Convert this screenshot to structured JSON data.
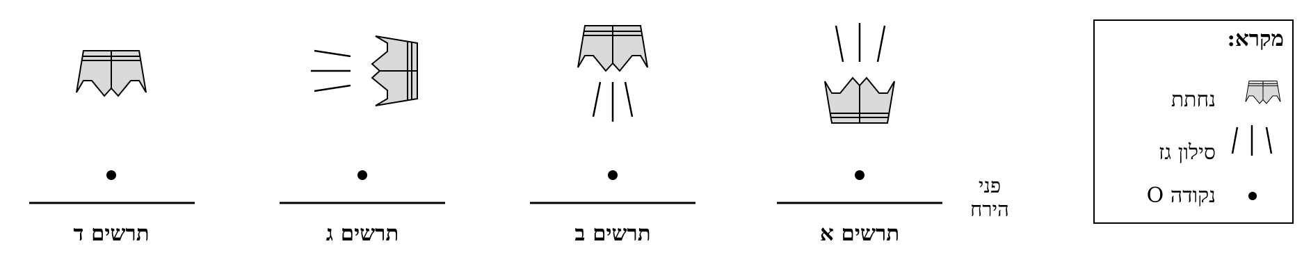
{
  "legend": {
    "title": "מקרא:",
    "items": [
      {
        "label": "נחתת",
        "icon": "lander-icon"
      },
      {
        "label": "סילון גז",
        "icon": "gas-jet-icon"
      },
      {
        "label": "נקודה O",
        "icon": "point-o-icon"
      }
    ]
  },
  "moon_surface_label": {
    "line1": "פני",
    "line2": "הירח"
  },
  "diagrams": [
    {
      "id": "a",
      "label": "תרשים א",
      "jets": "up"
    },
    {
      "id": "b",
      "label": "תרשים ב",
      "jets": "down"
    },
    {
      "id": "c",
      "label": "תרשים ג",
      "jets": "left"
    },
    {
      "id": "d",
      "label": "תרשים ד",
      "jets": "none"
    }
  ],
  "colors": {
    "lander_fill": "#d9d9d9",
    "stroke": "#000000"
  }
}
